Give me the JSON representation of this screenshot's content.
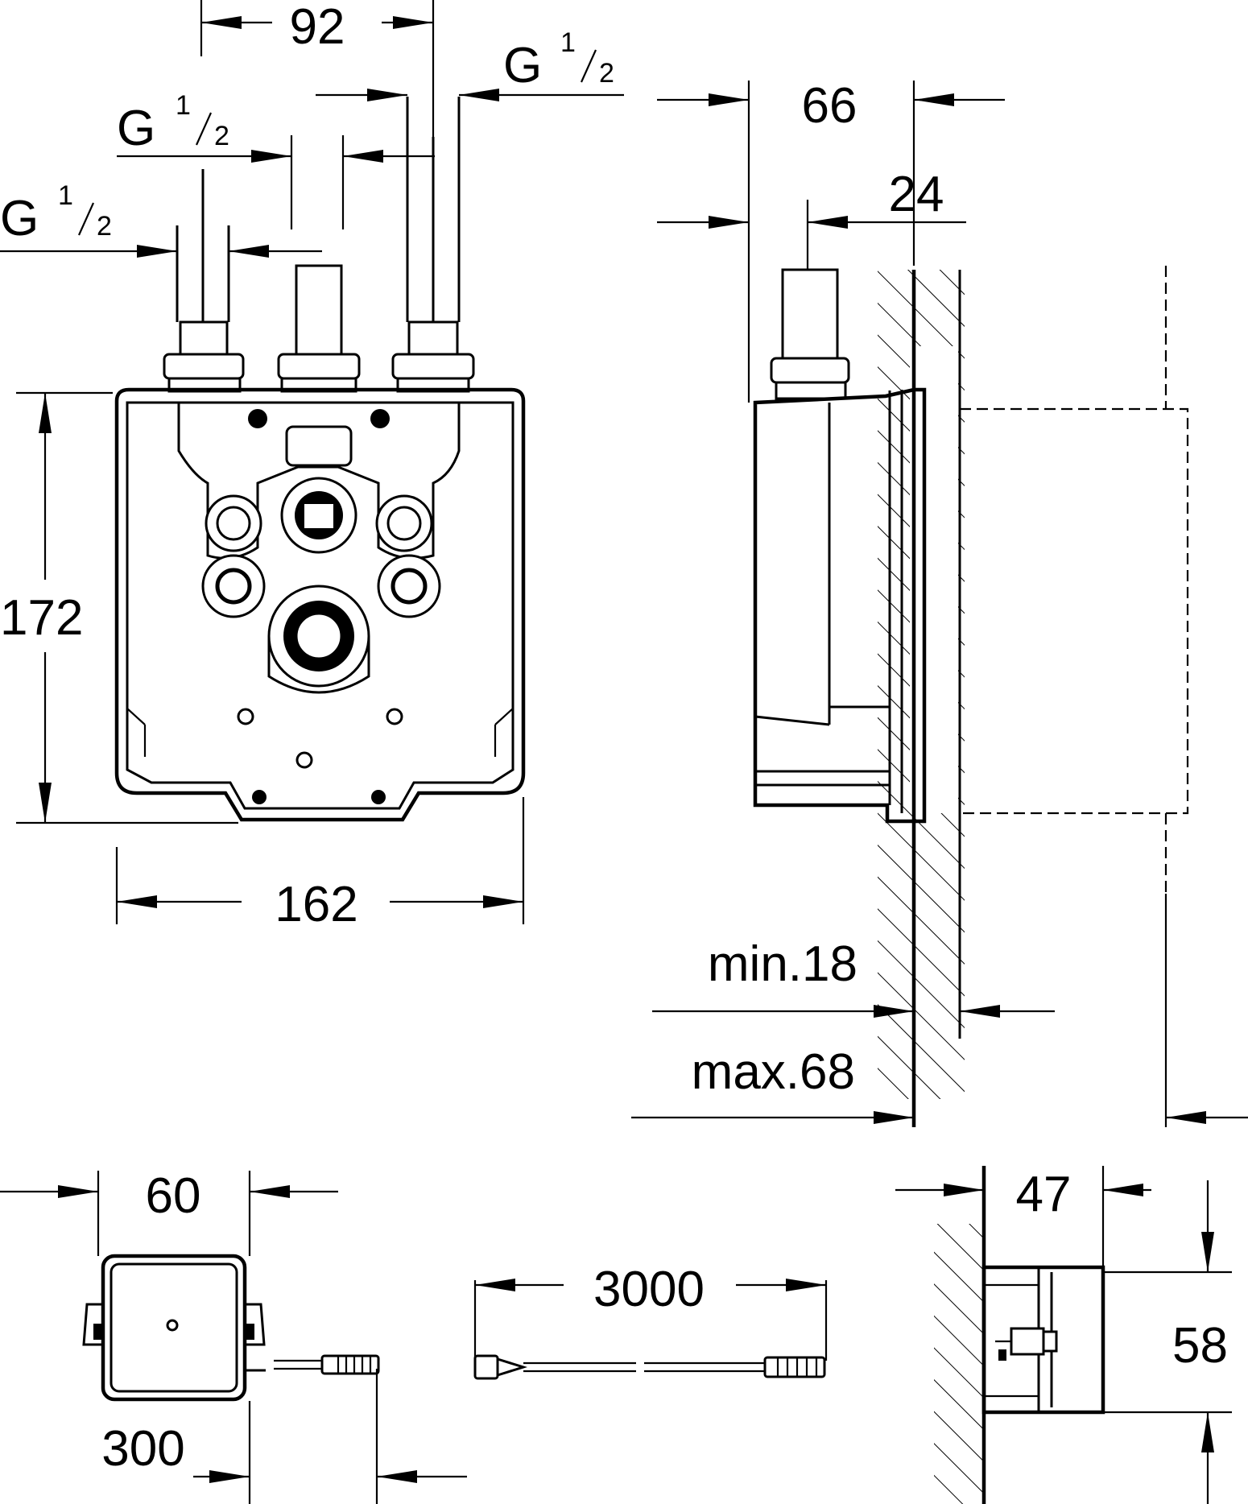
{
  "front_view": {
    "dim_top": "92",
    "dim_height": "172",
    "dim_width": "162",
    "thread_base": "G",
    "thread_frac_num": "1",
    "thread_frac_den": "2"
  },
  "side_view": {
    "dim_depth": "66",
    "dim_connector": "24",
    "dim_min": "min.18",
    "dim_max": "max.68"
  },
  "module_view": {
    "dim_width": "60",
    "dim_cable_stub": "300"
  },
  "cable_view": {
    "dim_length": "3000"
  },
  "mount_view": {
    "dim_depth": "47",
    "dim_height": "58"
  }
}
